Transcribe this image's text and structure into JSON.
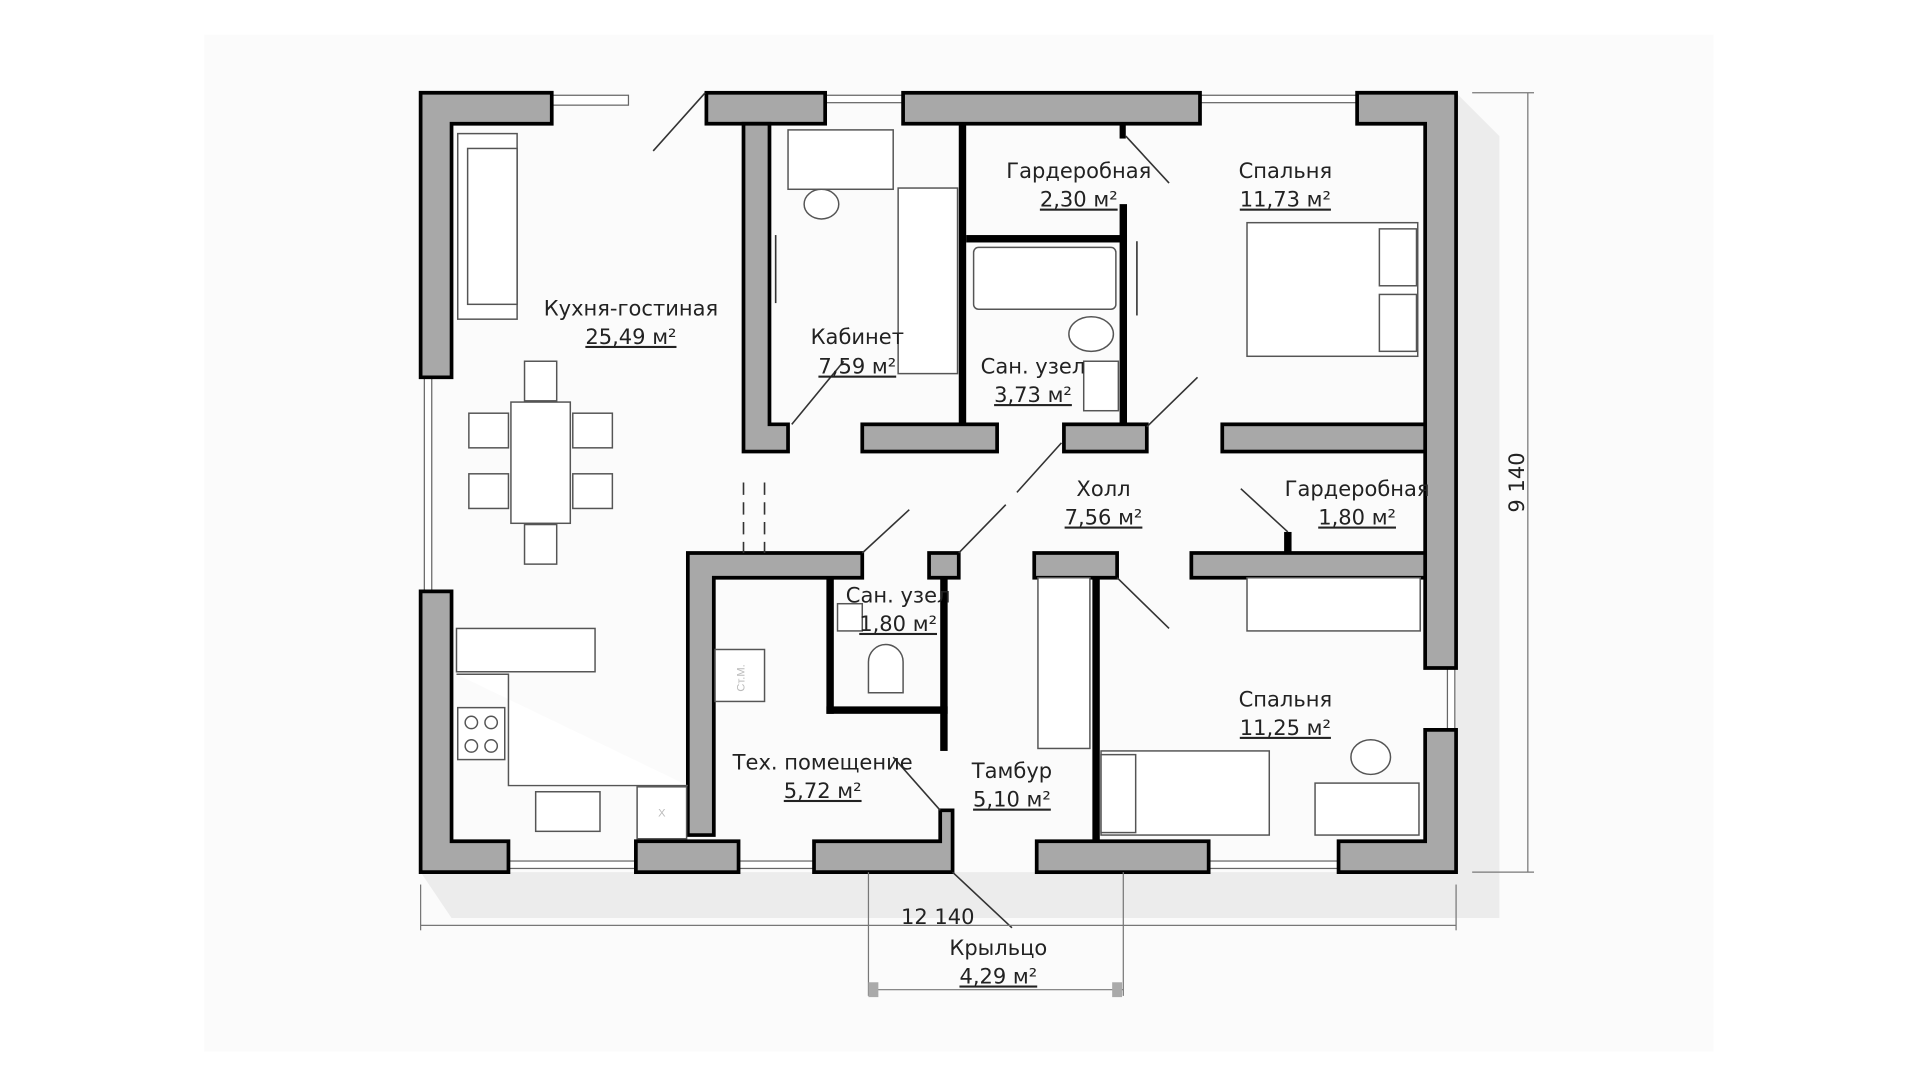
{
  "rooms": [
    {
      "name": "Кухня-гостиная",
      "area": "25,49 м²"
    },
    {
      "name": "Кабинет",
      "area": "7,59 м²"
    },
    {
      "name": "Гардеробная",
      "area": "2,30 м²"
    },
    {
      "name": "Спальня",
      "area": "11,73 м²"
    },
    {
      "name": "Сан. узел",
      "area": "3,73 м²"
    },
    {
      "name": "Холл",
      "area": "7,56 м²"
    },
    {
      "name": "Гардеробная",
      "area": "1,80 м²"
    },
    {
      "name": "Сан. узел",
      "area": "1,80 м²"
    },
    {
      "name": "Тех. помещение",
      "area": "5,72 м²"
    },
    {
      "name": "Тамбур",
      "area": "5,10 м²"
    },
    {
      "name": "Спальня",
      "area": "11,25 м²"
    },
    {
      "name": "Крыльцо",
      "area": "4,29 м²"
    }
  ],
  "dimensions": {
    "width": "12 140",
    "height": "9 140"
  },
  "appliance_labels": {
    "washer": "Ст.М.",
    "fridge": "Х"
  },
  "colors": {
    "wall": "#a8a8a8",
    "shadow": "#ececec"
  }
}
